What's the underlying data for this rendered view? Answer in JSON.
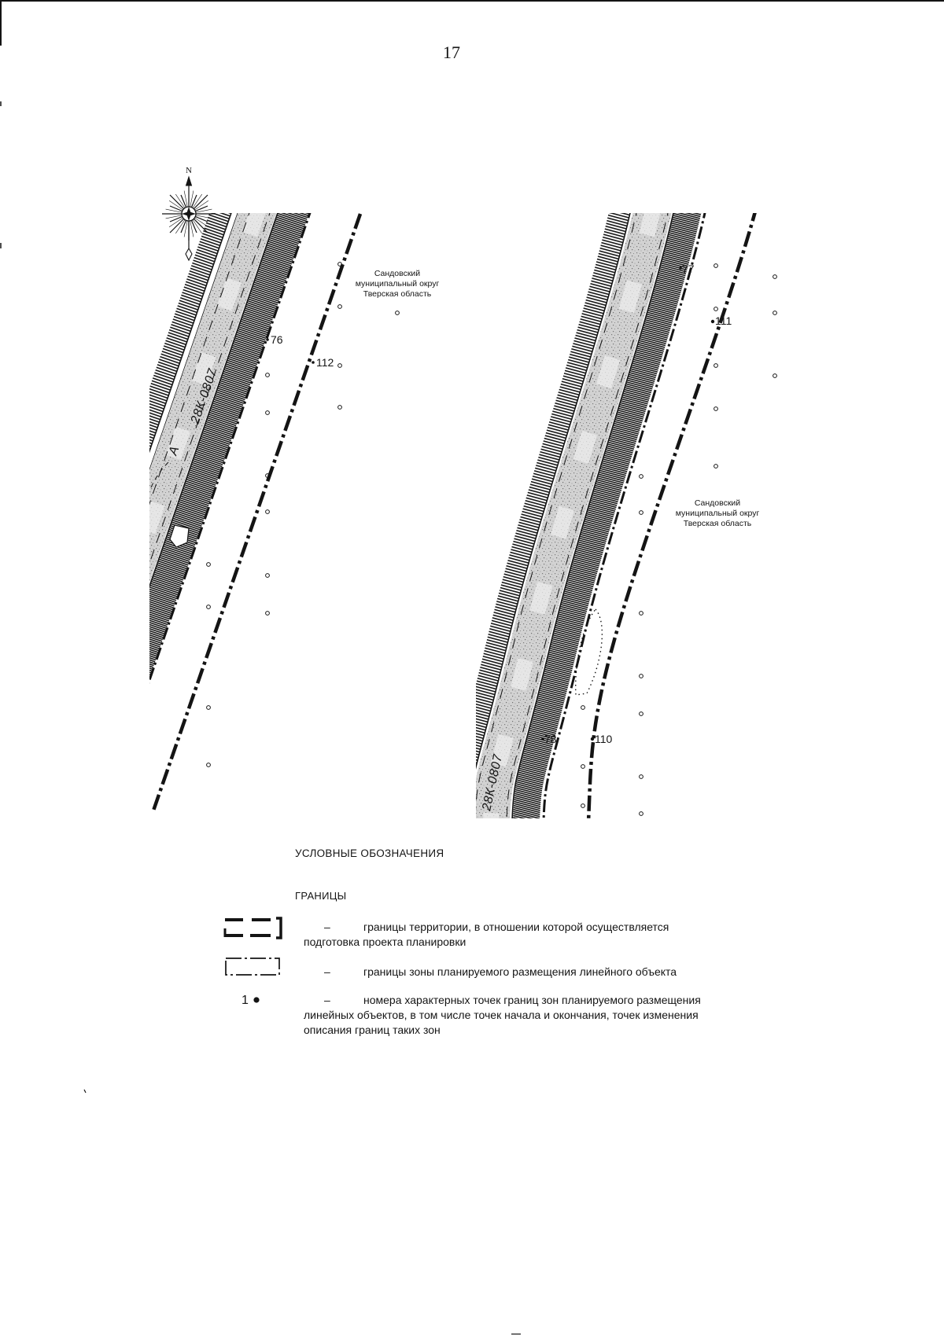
{
  "page_number": "17",
  "compass": {
    "label": "N",
    "icon": "compass-rose-icon"
  },
  "map_left": {
    "region_label": [
      "Сандовский",
      "муниципальный округ",
      "Тверская область"
    ],
    "road_label": "28К-0807",
    "road_letter": "А",
    "points": [
      "76",
      "112"
    ]
  },
  "map_right": {
    "region_label": [
      "Сандовский",
      "муниципальный округ",
      "Тверская область"
    ],
    "road_label": "28К-0807",
    "points": [
      "77",
      "111",
      "78",
      "110"
    ]
  },
  "legend": {
    "title": "УСЛОВНЫЕ ОБОЗНАЧЕНИЯ",
    "section_title": "ГРАНИЦЫ",
    "items": [
      {
        "icon": "territory-boundary-symbol-icon",
        "dash": "–",
        "lines": [
          "границы территории, в отношении которой осуществляется",
          "подготовка проекта планировки"
        ]
      },
      {
        "icon": "zone-boundary-symbol-icon",
        "dash": "–",
        "lines": [
          "границы зоны планируемого размещения линейного объекта"
        ]
      },
      {
        "icon": "point-number-symbol-icon",
        "symbol_label": "1",
        "dash": "–",
        "lines": [
          "номера характерных точек границ зон планируемого размещения",
          "линейных объектов, в том числе точек начала и окончания, точек изменения",
          "описания границ таких зон"
        ]
      }
    ]
  },
  "colors": {
    "ink": "#141414",
    "road_surface": "#d2d2d2",
    "paper": "#ffffff"
  }
}
